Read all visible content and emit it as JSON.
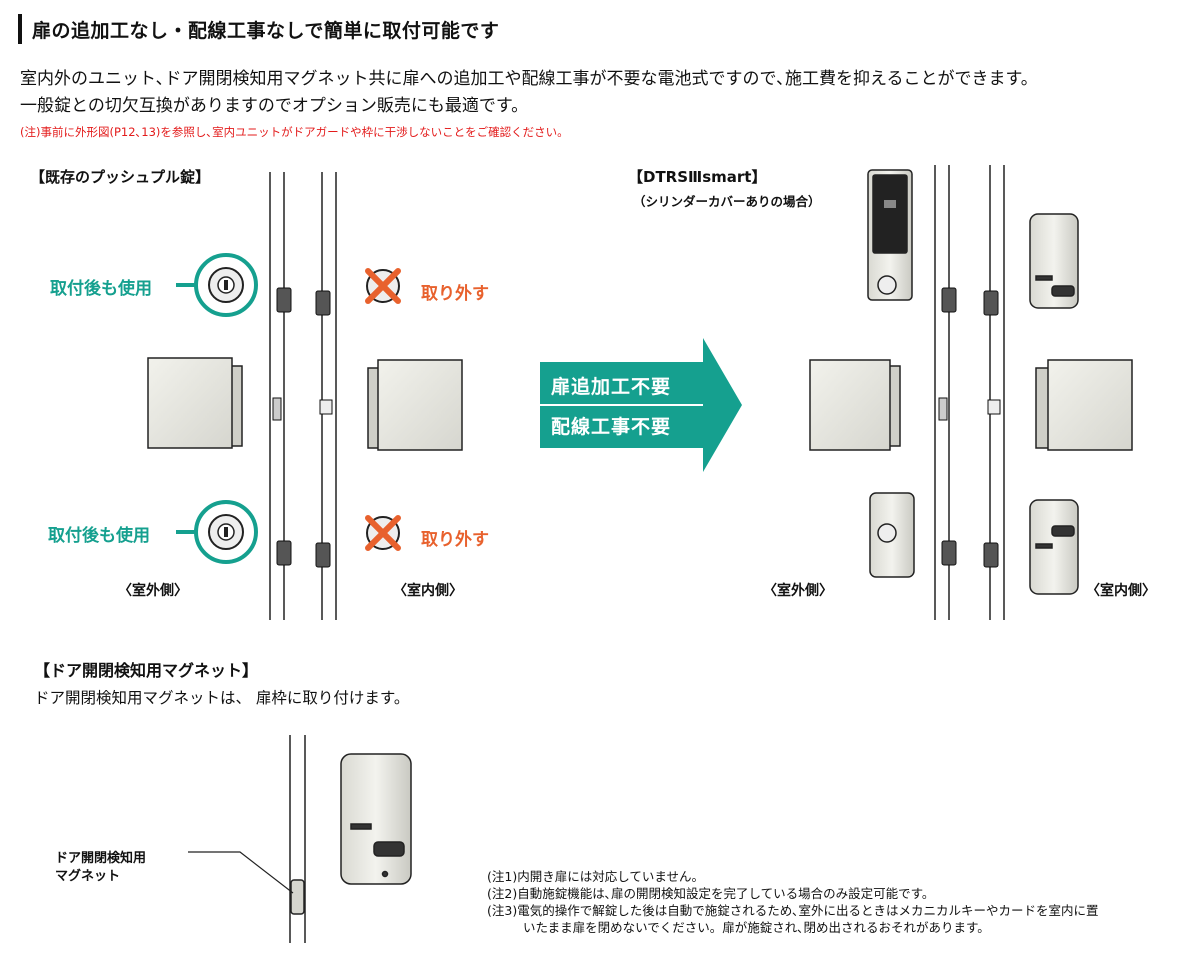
{
  "header": {
    "title": "扉の追加工なし・配線工事なしで簡単に取付可能です"
  },
  "intro": {
    "line1": "室内外のユニット､ドア開閉検知用マグネット共に扉への追加工や配線工事が不要な電池式ですので､施工費を抑えることができます。",
    "line2": "一般錠との切欠互換がありますのでオプション販売にも最適です。",
    "note": "(注)事前に外形図(P12､13)を参照し､室内ユニットがドアガードや枠に干渉しないことをご確認ください。"
  },
  "existing": {
    "title": "【既存のプッシュプル錠】",
    "keep_label_top": "取付後も使用",
    "keep_label_bottom": "取付後も使用",
    "remove_label_top": "取り外す",
    "remove_label_bottom": "取り外す",
    "outdoor": "〈室外側〉",
    "indoor": "〈室内側〉"
  },
  "arrow": {
    "line1": "扉追加工不要",
    "line2": "配線工事不要",
    "color": "#15a08f"
  },
  "product": {
    "title": "【DTRSⅢsmart】",
    "subtitle": "（シリンダーカバーありの場合）",
    "outdoor": "〈室外側〉",
    "indoor": "〈室内側〉"
  },
  "magnet": {
    "title": "【ドア開閉検知用マグネット】",
    "description": "ドア開閉検知用マグネットは、 扉枠に取り付けます。",
    "label_line1": "ドア開閉検知用",
    "label_line2": "マグネット"
  },
  "footnotes": {
    "n1": "(注1)内開き扉には対応していません。",
    "n2": "(注2)自動施錠機能は､扉の開閉検知設定を完了している場合のみ設定可能です。",
    "n3a": "(注3)電気的操作で解錠した後は自動で施錠されるため､室外に出るときはメカニカルキーやカードを室内に置",
    "n3b": "いたまま扉を閉めないでください。扉が施錠され､閉め出されるおそれがあります。"
  },
  "colors": {
    "teal": "#15a08f",
    "orange": "#e8612d",
    "red_note": "#e31b1b"
  }
}
